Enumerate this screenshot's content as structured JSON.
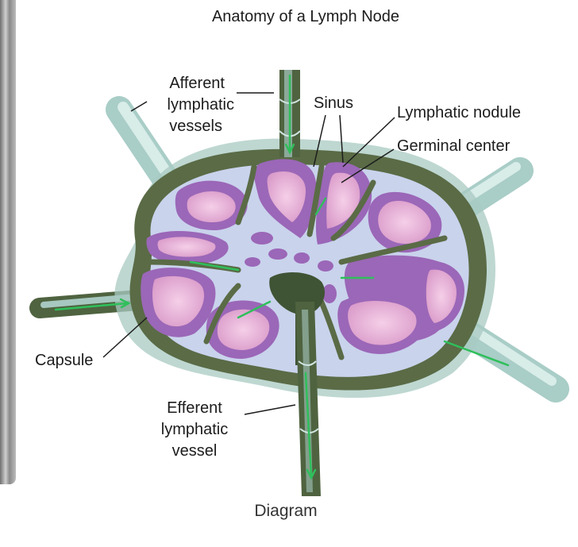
{
  "title": "Anatomy of a Lymph Node",
  "caption": "Diagram",
  "labels": {
    "afferent": [
      "Afferent",
      "lymphatic",
      "vessels"
    ],
    "sinus": "Sinus",
    "nodule": "Lymphatic nodule",
    "germinal": "Germinal center",
    "capsule": "Capsule",
    "efferent": [
      "Efferent",
      "lymphatic",
      "vessel"
    ]
  },
  "colors": {
    "capsule": "#5a6b46",
    "capsule_light": "#8f9e7a",
    "sinus": "#c9d3ec",
    "nodule": "#9b67b8",
    "germinal": "#e9b8dc",
    "vessel": "#b6d3cf",
    "arrow": "#2fbf5b"
  }
}
